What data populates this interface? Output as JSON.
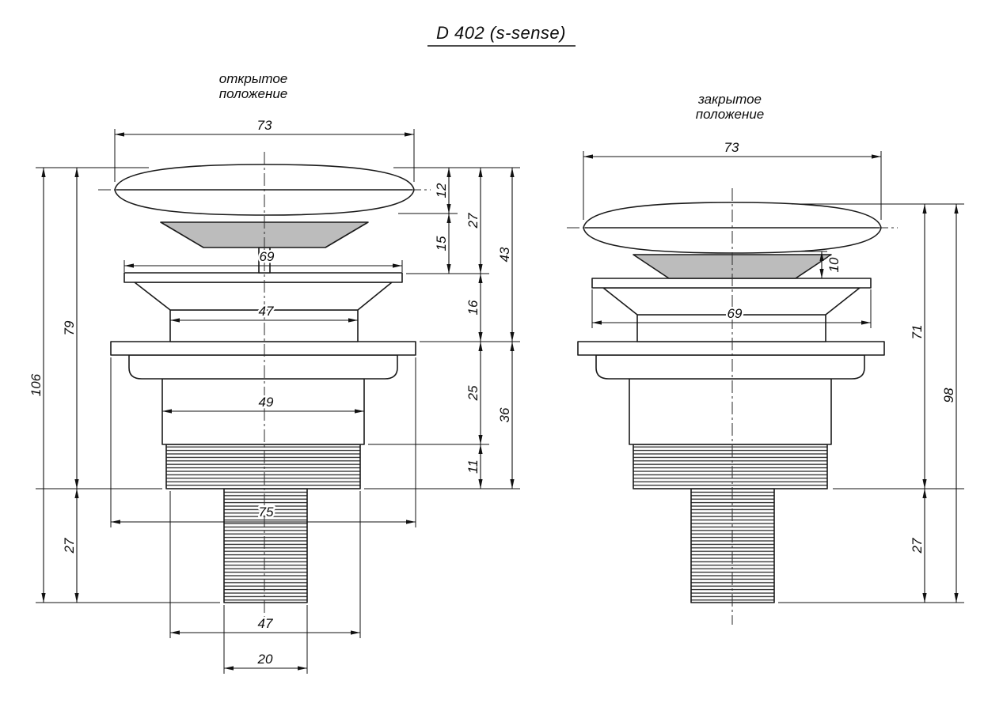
{
  "title": "D 402 (s-sense)",
  "left_view": {
    "label_line1": "открытое",
    "label_line2": "положение",
    "dims": {
      "cap_width": "73",
      "plate_width": "69",
      "neck_width": "47",
      "body_width": "49",
      "flange_width": "75",
      "thread_width": "47",
      "tail_width": "20",
      "cap_height": "12",
      "cap_to_plate": "15",
      "head_total": "27",
      "upper_total": "43",
      "plate_section": "16",
      "body_section": "25",
      "thread_section": "11",
      "lower_total": "36",
      "open_height": "79",
      "tail_length": "27",
      "total_height": "106"
    }
  },
  "right_view": {
    "label_line1": "закрытое",
    "label_line2": "положение",
    "dims": {
      "cap_width": "73",
      "cap_gap": "10",
      "plate_width": "69",
      "closed_height": "71",
      "tail_length": "27",
      "total_height": "98"
    }
  },
  "colors": {
    "line": "#1a1a1a",
    "cone_fill": "#bcbcbc",
    "background": "#ffffff"
  }
}
